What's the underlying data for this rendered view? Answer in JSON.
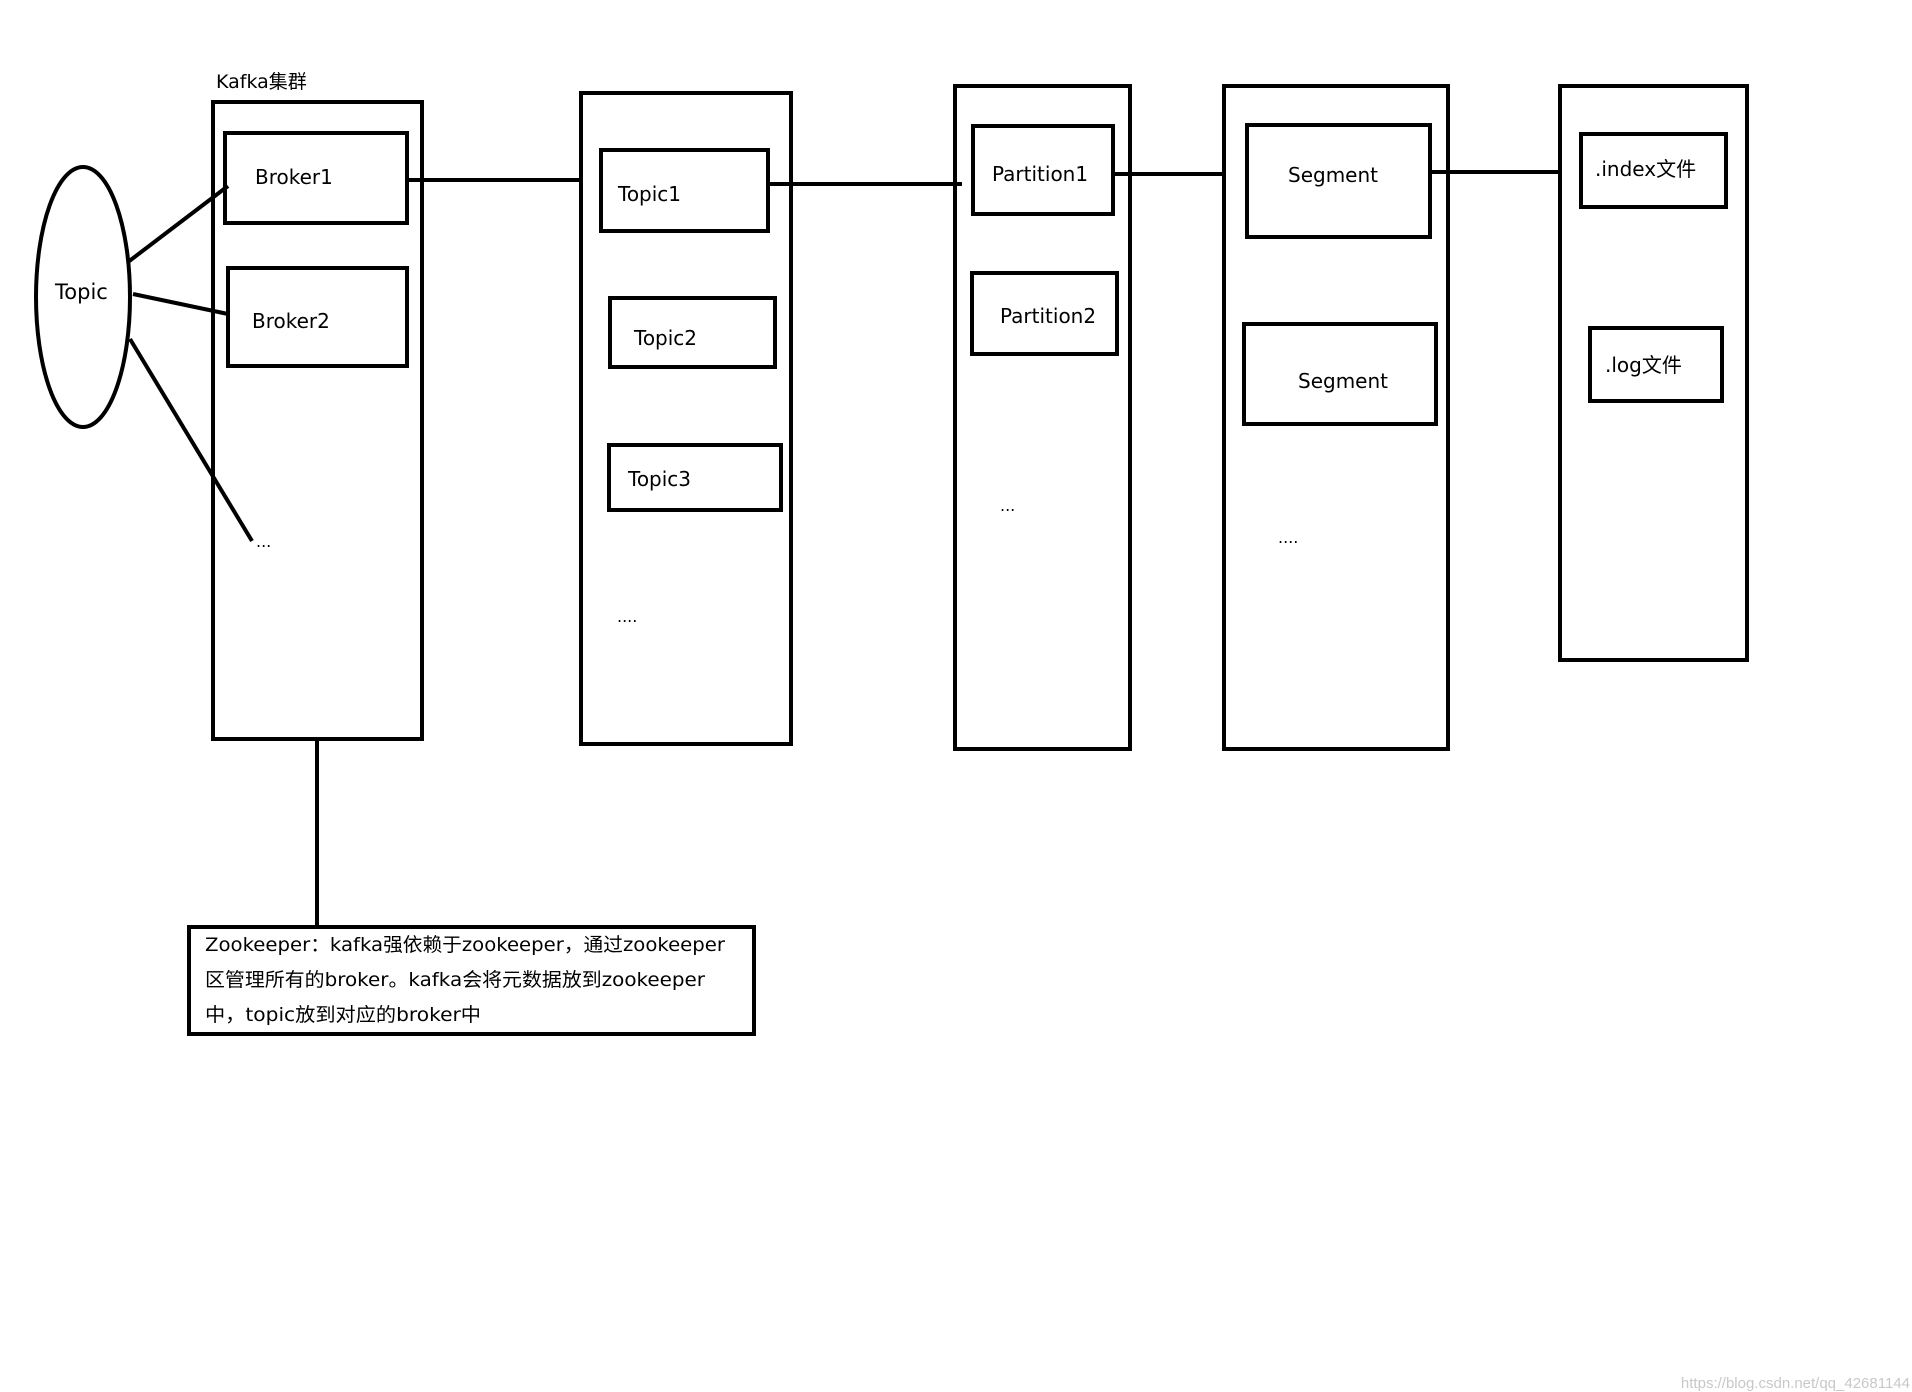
{
  "cluster": {
    "title": "Kafka集群",
    "brokers": [
      "Broker1",
      "Broker2"
    ],
    "more": "..."
  },
  "topic_bubble": {
    "label": "Topic"
  },
  "topics": {
    "items": [
      "Topic1",
      "Topic2",
      "Topic3"
    ],
    "more": "...."
  },
  "partitions": {
    "items": [
      "Partition1",
      "Partition2"
    ],
    "more": "..."
  },
  "segments": {
    "items": [
      "Segment",
      "Segment"
    ],
    "more": "...."
  },
  "files": {
    "items": [
      ".index文件",
      ".log文件"
    ]
  },
  "zookeeper_note": {
    "lines": [
      "Zookeeper：kafka强依赖于zookeeper，通过zookeeper",
      "区管理所有的broker。kafka会将元数据放到zookeeper",
      "中，topic放到对应的broker中"
    ]
  },
  "watermark": {
    "text": "https://blog.csdn.net/qq_42681144"
  },
  "colors": {
    "stroke": "#000000",
    "background": "#ffffff",
    "watermark": "#c8c8c8"
  }
}
